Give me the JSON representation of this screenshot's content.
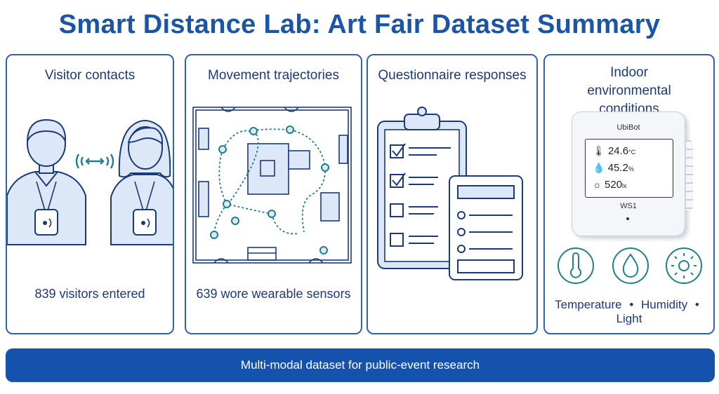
{
  "title": "Smart Distance Lab: Art Fair Dataset Summary",
  "panels": {
    "contacts": {
      "title": "Visitor contacts",
      "footer": "839 visitors entered"
    },
    "trajectories": {
      "title": "Movement trajectories",
      "footer": "639 wore wearable sensors"
    },
    "questionnaire": {
      "title": "Questionnaire responses"
    },
    "environment": {
      "title": "Indoor environmental conditions",
      "device": {
        "brand": "UbiBot",
        "model": "WS1",
        "temperature": "24.6",
        "temperature_unit": "°C",
        "humidity": "45.2",
        "humidity_unit": "%",
        "light": "520",
        "light_unit": "lx"
      },
      "labels": [
        "Temperature",
        "Humidity",
        "Light"
      ],
      "separator": "•"
    }
  },
  "banner": "Multi-modal dataset for public-event research",
  "colors": {
    "primary": "#1a55a8",
    "panel_border": "#2f62b3",
    "teal": "#1f7f8a",
    "banner": "#1552ad",
    "light_fill": "#dce8f8"
  }
}
